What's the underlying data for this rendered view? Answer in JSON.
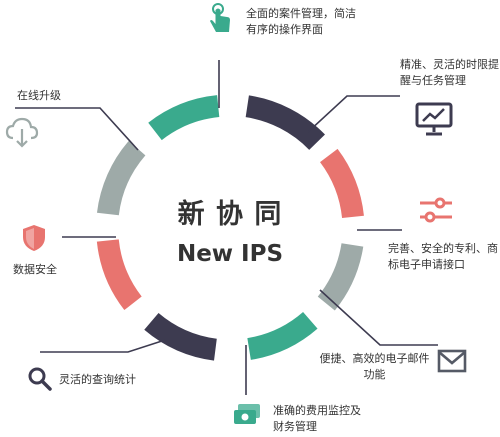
{
  "center": {
    "title": "新 协 同",
    "subtitle": "New IPS"
  },
  "features": [
    {
      "text": "全面的案件管理，简洁有序的操作界面",
      "icon": "touch-hand-icon",
      "color": "#3aaa8d"
    },
    {
      "text": "精准、灵活的时限提醒与任务管理",
      "icon": "presentation-chart-icon",
      "color": "#3d3b50"
    },
    {
      "text": "完善、安全的专利、商标电子申请接口",
      "icon": "slider-settings-icon",
      "color": "#e8746f"
    },
    {
      "text": "便捷、高效的电子邮件功能",
      "icon": "envelope-icon",
      "color": "#9eaaa8"
    },
    {
      "text": "准确的费用监控及财务管理",
      "icon": "money-cards-icon",
      "color": "#3aaa8d"
    },
    {
      "text": "灵活的查询统计",
      "icon": "magnifier-icon",
      "color": "#3d3b50"
    },
    {
      "text": "数据安全",
      "icon": "shield-icon",
      "color": "#e8746f"
    },
    {
      "text": "在线升级",
      "icon": "cloud-download-icon",
      "color": "#9eaaa8"
    }
  ]
}
